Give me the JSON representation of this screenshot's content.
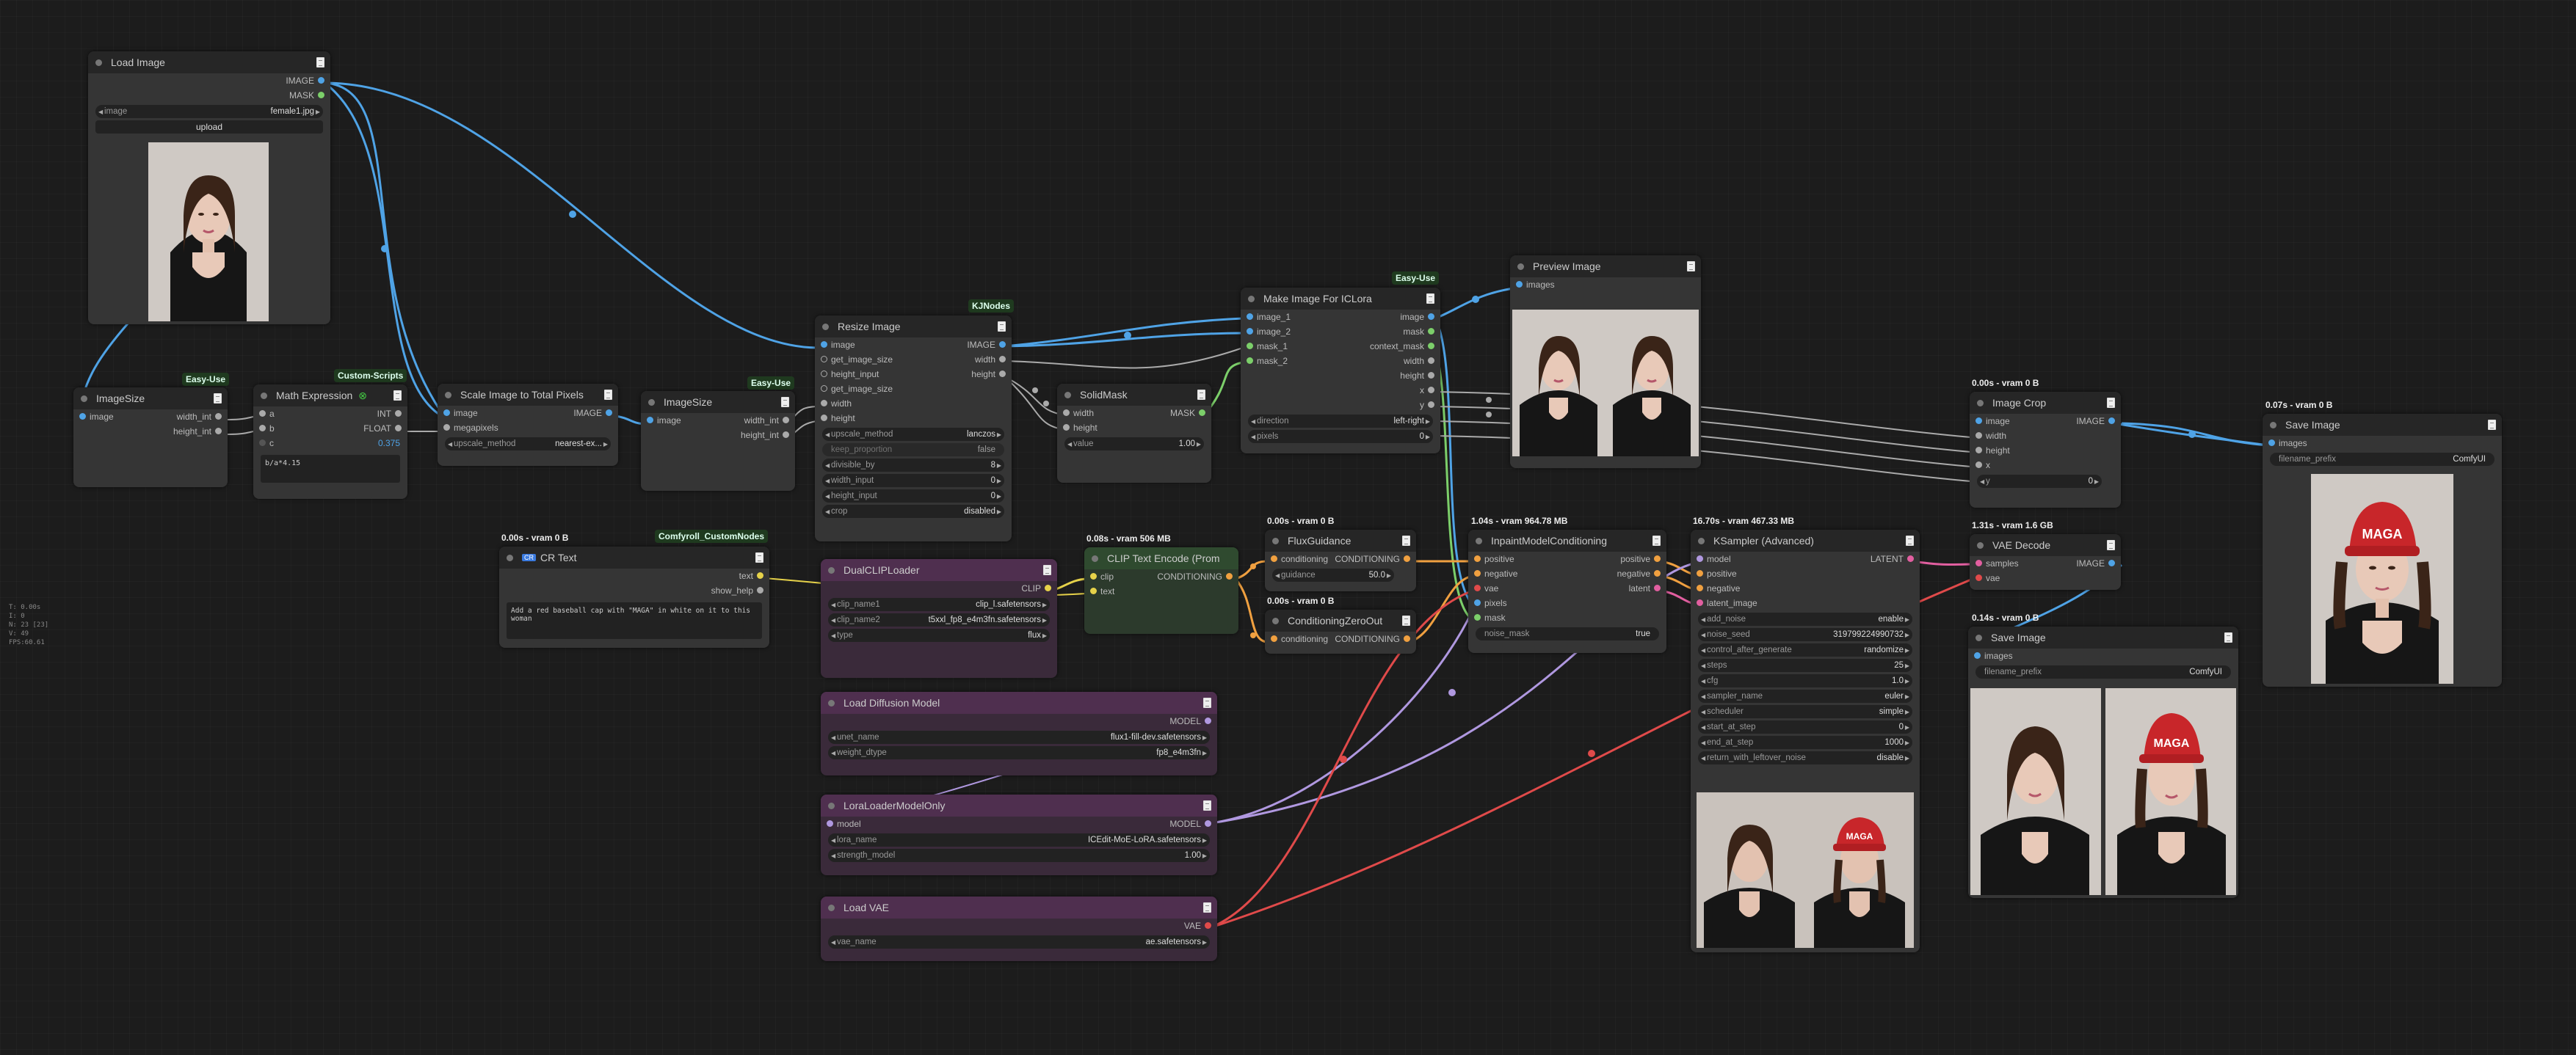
{
  "nodes": {
    "load_image": {
      "title": "Load Image",
      "out_image": "IMAGE",
      "out_mask": "MASK",
      "w_image_label": "image",
      "w_image_value": "female1.jpg",
      "upload": "upload"
    },
    "imagesize1": {
      "title": "ImageSize",
      "badge": "Easy-Use",
      "in_image": "image",
      "out_w": "width_int",
      "out_h": "height_int"
    },
    "math": {
      "title": "Math Expression",
      "badge": "Custom-Scripts",
      "in_a": "a",
      "in_b": "b",
      "in_c": "c",
      "out_int": "INT",
      "out_float": "FLOAT",
      "float_value": "0.375",
      "expr": "b/a*4.15"
    },
    "scale": {
      "title": "Scale Image to Total Pixels",
      "in_image": "image",
      "in_mp": "megapixels",
      "out_image": "IMAGE",
      "w_label": "upscale_method",
      "w_value": "nearest-ex..."
    },
    "imagesize2": {
      "title": "ImageSize",
      "badge": "Easy-Use",
      "in_image": "image",
      "out_w": "width_int",
      "out_h": "height_int"
    },
    "resize": {
      "title": "Resize Image",
      "badge": "KJNodes",
      "ins": [
        "image",
        "get_image_size",
        "height_input",
        "get_image_size",
        "width",
        "height"
      ],
      "outs": [
        "IMAGE",
        "width",
        "height"
      ],
      "widgets": [
        [
          "upscale_method",
          "lanczos"
        ],
        [
          "keep_proportion",
          "false"
        ],
        [
          "divisible_by",
          "8"
        ],
        [
          "width_input",
          "0"
        ],
        [
          "height_input",
          "0"
        ],
        [
          "crop",
          "disabled"
        ]
      ]
    },
    "solidmask": {
      "title": "SolidMask",
      "in_w": "width",
      "in_h": "height",
      "out": "MASK",
      "w_label": "value",
      "w_value": "1.00"
    },
    "makeimage": {
      "title": "Make Image For ICLora",
      "badge": "Easy-Use",
      "ins": [
        "image_1",
        "image_2",
        "mask_1",
        "mask_2"
      ],
      "outs": [
        "image",
        "mask",
        "context_mask",
        "width",
        "height",
        "x",
        "y"
      ],
      "widgets": [
        [
          "direction",
          "left-right"
        ],
        [
          "pixels",
          "0"
        ]
      ]
    },
    "preview": {
      "title": "Preview Image",
      "in": "images"
    },
    "crtext": {
      "title": "CR Text",
      "vram": "0.00s - vram 0 B",
      "badge": "Comfyroll_CustomNodes",
      "out_text": "text",
      "out_help": "show_help",
      "text": "Add a red baseball cap with \"MAGA\" in white on it to this woman"
    },
    "dualclip": {
      "title": "DualCLIPLoader",
      "out": "CLIP",
      "widgets": [
        [
          "clip_name1",
          "clip_l.safetensors"
        ],
        [
          "clip_name2",
          "t5xxl_fp8_e4m3fn.safetensors"
        ],
        [
          "type",
          "flux"
        ]
      ]
    },
    "cliptext": {
      "title": "CLIP Text Encode (Prom",
      "vram": "0.08s - vram 506 MB",
      "in_clip": "clip",
      "in_text": "text",
      "out": "CONDITIONING"
    },
    "fluxg": {
      "title": "FluxGuidance",
      "vram": "0.00s - vram 0 B",
      "in": "conditioning",
      "out": "CONDITIONING",
      "w_label": "guidance",
      "w_value": "50.0"
    },
    "condzero": {
      "title": "ConditioningZeroOut",
      "vram": "0.00s - vram 0 B",
      "in": "conditioning",
      "out": "CONDITIONING"
    },
    "inpaint": {
      "title": "InpaintModelConditioning",
      "vram": "1.04s - vram 964.78 MB",
      "ins": [
        "positive",
        "negative",
        "vae",
        "pixels",
        "mask"
      ],
      "outs": [
        "positive",
        "negative",
        "latent"
      ],
      "w_label": "noise_mask",
      "w_value": "true"
    },
    "ksampler": {
      "title": "KSampler (Advanced)",
      "vram": "16.70s - vram 467.33 MB",
      "ins": [
        "model",
        "positive",
        "negative",
        "latent_image"
      ],
      "out": "LATENT",
      "widgets": [
        [
          "add_noise",
          "enable"
        ],
        [
          "noise_seed",
          "319799224990732"
        ],
        [
          "control_after_generate",
          "randomize"
        ],
        [
          "steps",
          "25"
        ],
        [
          "cfg",
          "1.0"
        ],
        [
          "sampler_name",
          "euler"
        ],
        [
          "scheduler",
          "simple"
        ],
        [
          "start_at_step",
          "0"
        ],
        [
          "end_at_step",
          "1000"
        ],
        [
          "return_with_leftover_noise",
          "disable"
        ]
      ]
    },
    "loaddiff": {
      "title": "Load Diffusion Model",
      "out": "MODEL",
      "widgets": [
        [
          "unet_name",
          "flux1-fill-dev.safetensors"
        ],
        [
          "weight_dtype",
          "fp8_e4m3fn"
        ]
      ]
    },
    "lora": {
      "title": "LoraLoaderModelOnly",
      "in": "model",
      "out": "MODEL",
      "widgets": [
        [
          "lora_name",
          "ICEdit-MoE-LoRA.safetensors"
        ],
        [
          "strength_model",
          "1.00"
        ]
      ]
    },
    "loadvae": {
      "title": "Load VAE",
      "out": "VAE",
      "widgets": [
        [
          "vae_name",
          "ae.safetensors"
        ]
      ]
    },
    "imagecrop": {
      "title": "Image Crop",
      "vram": "0.00s - vram 0 B",
      "ins": [
        "image",
        "width",
        "height",
        "x"
      ],
      "out": "IMAGE",
      "w_label": "y",
      "w_value": "0"
    },
    "vaedecode": {
      "title": "VAE Decode",
      "vram": "1.31s - vram 1.6 GB",
      "ins": [
        "samples",
        "vae"
      ],
      "out": "IMAGE"
    },
    "saveimage1": {
      "title": "Save Image",
      "vram": "0.07s - vram 0 B",
      "in": "images",
      "w_label": "filename_prefix",
      "w_value": "ComfyUI"
    },
    "saveimage2": {
      "title": "Save Image",
      "vram": "0.14s - vram 0 B",
      "in": "images",
      "w_label": "filename_prefix",
      "w_value": "ComfyUI"
    }
  },
  "cap_text": "MAGA",
  "stats": [
    "T: 0.00s",
    "I: 0",
    "N: 23 [23]",
    "V: 49",
    "FPS:60.61"
  ],
  "colors": {
    "image": "#4fa3e6",
    "mask": "#7ccf6a",
    "conditioning": "#f0a040",
    "latent": "#e25fa0",
    "model": "#b098e0",
    "vae": "#e04a4a",
    "clip": "#e6d24a",
    "int": "#aaaaaa"
  }
}
